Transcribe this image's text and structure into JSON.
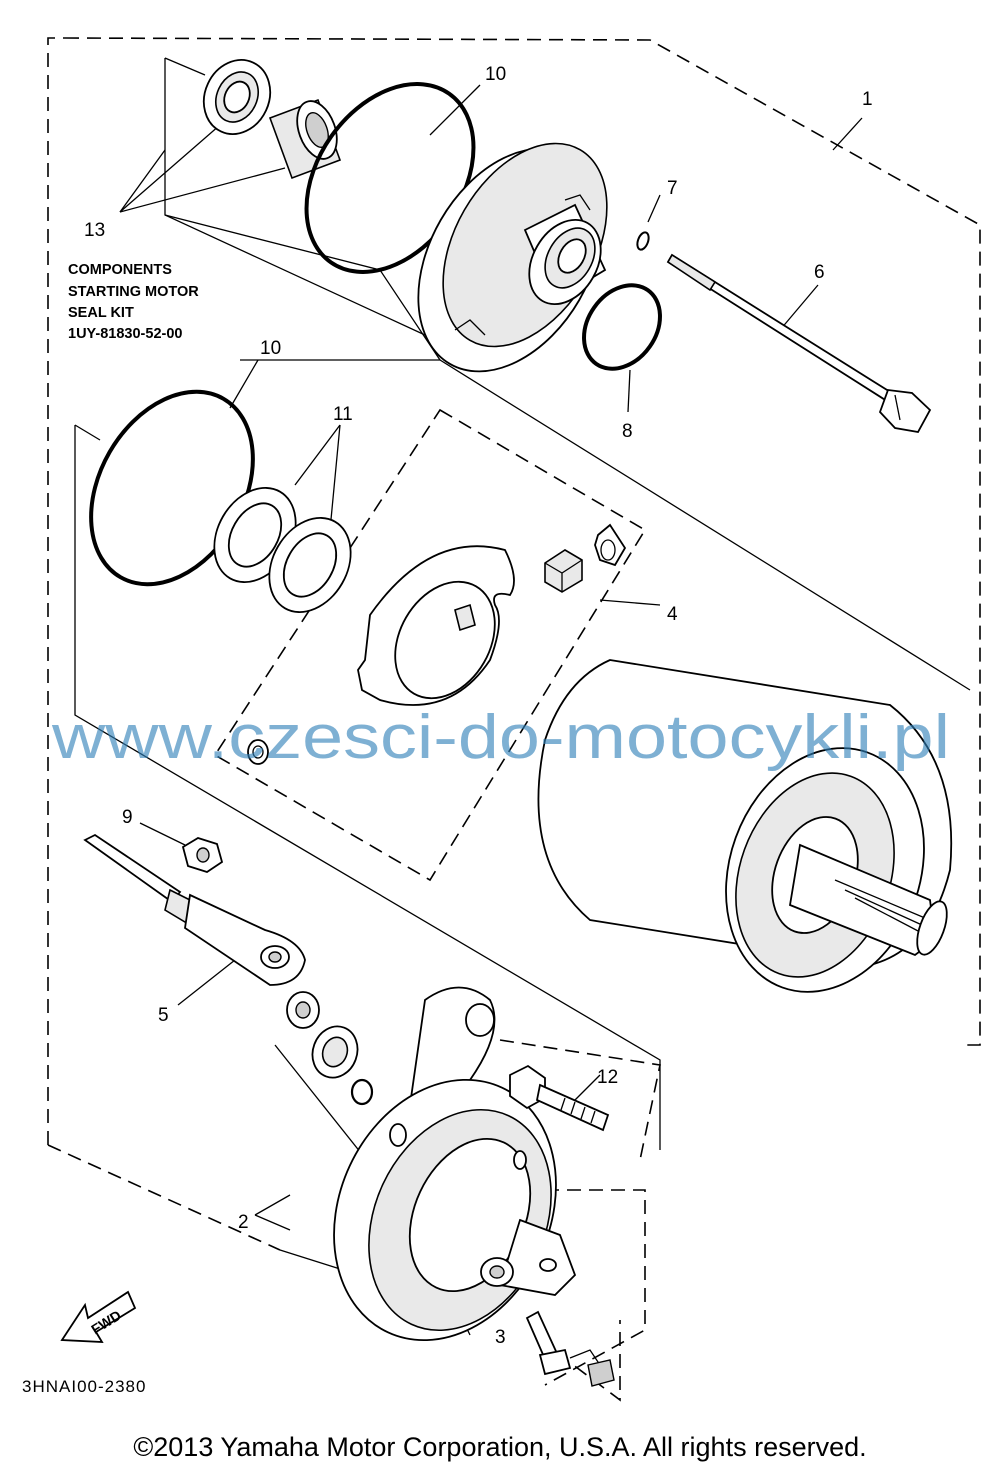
{
  "callouts": [
    "1",
    "2",
    "3",
    "4",
    "5",
    "6",
    "7",
    "8",
    "9",
    "10",
    "10",
    "11",
    "12",
    "13"
  ],
  "seal_kit": {
    "line1": "COMPONENTS",
    "line2": "STARTING MOTOR",
    "line3": "SEAL KIT",
    "part_number": "1UY-81830-52-00"
  },
  "fwd_label": "FWD",
  "diagram_code": "3HNAI00-2380",
  "watermark": "www.czesci-do-motocykli.pl",
  "copyright": "©2013 Yamaha Motor Corporation, U.S.A. All rights reserved.",
  "icons": [
    "fwd-arrow-icon"
  ]
}
